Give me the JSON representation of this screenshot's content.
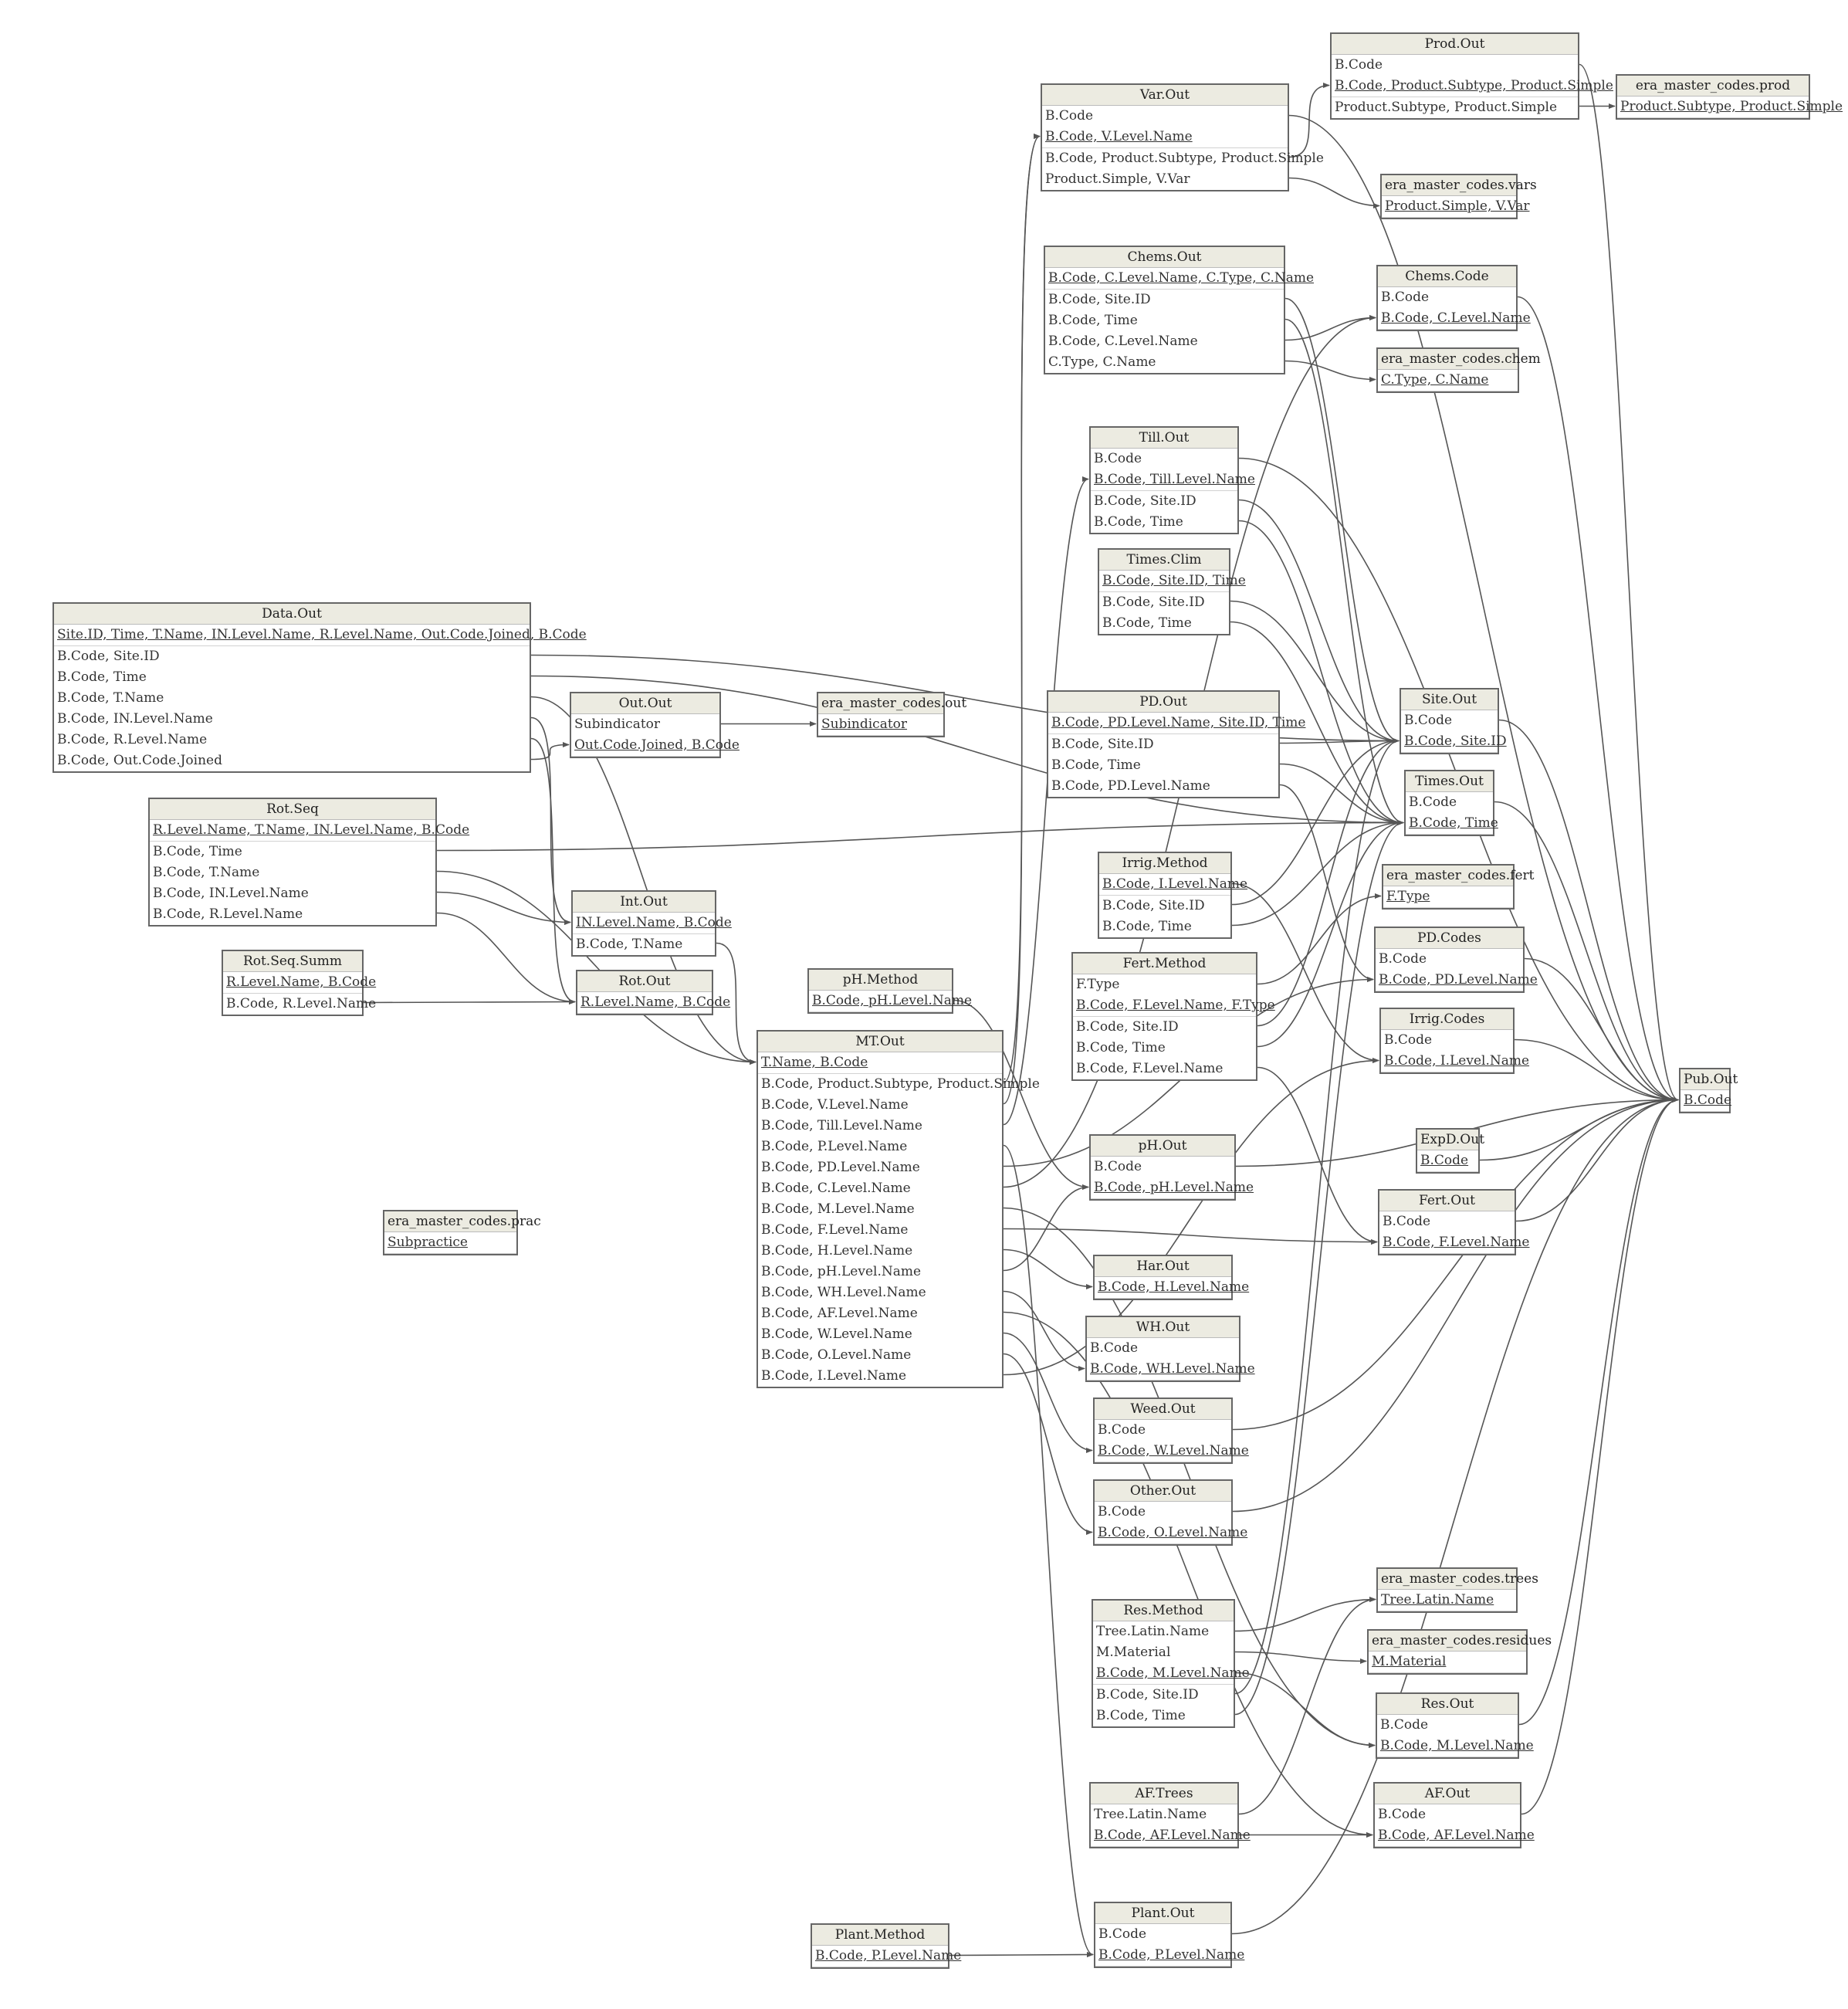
{
  "tables": [
    {
      "id": "prod_out",
      "title": "Prod.Out",
      "rows": [
        {
          "text": "B.Code"
        },
        {
          "text": "B.Code, Product.Subtype, Product.Simple",
          "key": true
        },
        {
          "text": "Product.Subtype, Product.Simple"
        }
      ]
    },
    {
      "id": "era_prod",
      "title": "era_master_codes.prod",
      "rows": [
        {
          "text": "Product.Subtype, Product.Simple",
          "key": true
        }
      ]
    },
    {
      "id": "var_out",
      "title": "Var.Out",
      "rows": [
        {
          "text": "B.Code"
        },
        {
          "text": "B.Code, V.Level.Name",
          "key": true
        },
        {
          "text": "B.Code, Product.Subtype, Product.Simple"
        },
        {
          "text": "Product.Simple, V.Var"
        }
      ]
    },
    {
      "id": "era_vars",
      "title": "era_master_codes.vars",
      "rows": [
        {
          "text": "Product.Simple, V.Var",
          "key": true
        }
      ]
    },
    {
      "id": "chems_out",
      "title": "Chems.Out",
      "rows": [
        {
          "text": "B.Code, C.Level.Name, C.Type, C.Name",
          "key": true
        },
        {
          "text": "B.Code, Site.ID"
        },
        {
          "text": "B.Code, Time"
        },
        {
          "text": "B.Code, C.Level.Name"
        },
        {
          "text": "C.Type, C.Name"
        }
      ]
    },
    {
      "id": "chems_code",
      "title": "Chems.Code",
      "rows": [
        {
          "text": "B.Code"
        },
        {
          "text": "B.Code, C.Level.Name",
          "key": true
        }
      ]
    },
    {
      "id": "era_chem",
      "title": "era_master_codes.chem",
      "rows": [
        {
          "text": "C.Type, C.Name",
          "key": true
        }
      ]
    },
    {
      "id": "till_out",
      "title": "Till.Out",
      "rows": [
        {
          "text": "B.Code"
        },
        {
          "text": "B.Code, Till.Level.Name",
          "key": true
        },
        {
          "text": "B.Code, Site.ID"
        },
        {
          "text": "B.Code, Time"
        }
      ]
    },
    {
      "id": "times_clim",
      "title": "Times.Clim",
      "rows": [
        {
          "text": "B.Code, Site.ID, Time",
          "key": true
        },
        {
          "text": "B.Code, Site.ID"
        },
        {
          "text": "B.Code, Time"
        }
      ]
    },
    {
      "id": "data_out",
      "title": "Data.Out",
      "rows": [
        {
          "text": "Site.ID, Time, T.Name, IN.Level.Name, R.Level.Name, Out.Code.Joined, B.Code",
          "key": true
        },
        {
          "text": "B.Code, Site.ID"
        },
        {
          "text": "B.Code, Time"
        },
        {
          "text": "B.Code, T.Name"
        },
        {
          "text": "B.Code, IN.Level.Name"
        },
        {
          "text": "B.Code, R.Level.Name"
        },
        {
          "text": "B.Code, Out.Code.Joined"
        }
      ]
    },
    {
      "id": "out_out",
      "title": "Out.Out",
      "rows": [
        {
          "text": "Subindicator"
        },
        {
          "text": "Out.Code.Joined, B.Code",
          "key": true
        }
      ]
    },
    {
      "id": "era_out",
      "title": "era_master_codes.out",
      "rows": [
        {
          "text": "Subindicator",
          "key": true
        }
      ]
    },
    {
      "id": "pd_out",
      "title": "PD.Out",
      "rows": [
        {
          "text": "B.Code, PD.Level.Name, Site.ID, Time",
          "key": true
        },
        {
          "text": "B.Code, Site.ID"
        },
        {
          "text": "B.Code, Time"
        },
        {
          "text": "B.Code, PD.Level.Name"
        }
      ]
    },
    {
      "id": "site_out",
      "title": "Site.Out",
      "rows": [
        {
          "text": "B.Code"
        },
        {
          "text": "B.Code, Site.ID",
          "key": true
        }
      ]
    },
    {
      "id": "times_out",
      "title": "Times.Out",
      "rows": [
        {
          "text": "B.Code"
        },
        {
          "text": "B.Code, Time",
          "key": true
        }
      ]
    },
    {
      "id": "rot_seq",
      "title": "Rot.Seq",
      "rows": [
        {
          "text": "R.Level.Name, T.Name, IN.Level.Name, B.Code",
          "key": true
        },
        {
          "text": "B.Code, Time"
        },
        {
          "text": "B.Code, T.Name"
        },
        {
          "text": "B.Code, IN.Level.Name"
        },
        {
          "text": "B.Code, R.Level.Name"
        }
      ]
    },
    {
      "id": "irrig_method",
      "title": "Irrig.Method",
      "rows": [
        {
          "text": "B.Code, I.Level.Name",
          "key": true
        },
        {
          "text": "B.Code, Site.ID"
        },
        {
          "text": "B.Code, Time"
        }
      ]
    },
    {
      "id": "era_fert",
      "title": "era_master_codes.fert",
      "rows": [
        {
          "text": "F.Type",
          "key": true
        }
      ]
    },
    {
      "id": "int_out",
      "title": "Int.Out",
      "rows": [
        {
          "text": "IN.Level.Name, B.Code",
          "key": true
        },
        {
          "text": "B.Code, T.Name"
        }
      ]
    },
    {
      "id": "pd_codes",
      "title": "PD.Codes",
      "rows": [
        {
          "text": "B.Code"
        },
        {
          "text": "B.Code, PD.Level.Name",
          "key": true
        }
      ]
    },
    {
      "id": "fert_method",
      "title": "Fert.Method",
      "rows": [
        {
          "text": "F.Type"
        },
        {
          "text": "B.Code, F.Level.Name, F.Type",
          "key": true
        },
        {
          "text": "B.Code, Site.ID"
        },
        {
          "text": "B.Code, Time"
        },
        {
          "text": "B.Code, F.Level.Name"
        }
      ]
    },
    {
      "id": "rot_seq_summ",
      "title": "Rot.Seq.Summ",
      "rows": [
        {
          "text": "R.Level.Name, B.Code",
          "key": true
        },
        {
          "text": "B.Code, R.Level.Name"
        }
      ]
    },
    {
      "id": "rot_out",
      "title": "Rot.Out",
      "rows": [
        {
          "text": "R.Level.Name, B.Code",
          "key": true
        }
      ]
    },
    {
      "id": "ph_method",
      "title": "pH.Method",
      "rows": [
        {
          "text": "B.Code, pH.Level.Name",
          "key": true
        }
      ]
    },
    {
      "id": "mt_out",
      "title": "MT.Out",
      "rows": [
        {
          "text": "T.Name, B.Code",
          "key": true
        },
        {
          "text": "B.Code, Product.Subtype, Product.Simple"
        },
        {
          "text": "B.Code, V.Level.Name"
        },
        {
          "text": "B.Code, Till.Level.Name"
        },
        {
          "text": "B.Code, P.Level.Name"
        },
        {
          "text": "B.Code, PD.Level.Name"
        },
        {
          "text": "B.Code, C.Level.Name"
        },
        {
          "text": "B.Code, M.Level.Name"
        },
        {
          "text": "B.Code, F.Level.Name"
        },
        {
          "text": "B.Code, H.Level.Name"
        },
        {
          "text": "B.Code, pH.Level.Name"
        },
        {
          "text": "B.Code, WH.Level.Name"
        },
        {
          "text": "B.Code, AF.Level.Name"
        },
        {
          "text": "B.Code, W.Level.Name"
        },
        {
          "text": "B.Code, O.Level.Name"
        },
        {
          "text": "B.Code, I.Level.Name"
        }
      ]
    },
    {
      "id": "irrig_codes",
      "title": "Irrig.Codes",
      "rows": [
        {
          "text": "B.Code"
        },
        {
          "text": "B.Code, I.Level.Name",
          "key": true
        }
      ]
    },
    {
      "id": "pub_out",
      "title": "Pub.Out",
      "rows": [
        {
          "text": "B.Code",
          "key": true
        }
      ]
    },
    {
      "id": "expd_out",
      "title": "ExpD.Out",
      "rows": [
        {
          "text": "B.Code",
          "key": true
        }
      ]
    },
    {
      "id": "ph_out",
      "title": "pH.Out",
      "rows": [
        {
          "text": "B.Code"
        },
        {
          "text": "B.Code, pH.Level.Name",
          "key": true
        }
      ]
    },
    {
      "id": "fert_out",
      "title": "Fert.Out",
      "rows": [
        {
          "text": "B.Code"
        },
        {
          "text": "B.Code, F.Level.Name",
          "key": true
        }
      ]
    },
    {
      "id": "era_prac",
      "title": "era_master_codes.prac",
      "rows": [
        {
          "text": "Subpractice",
          "key": true
        }
      ]
    },
    {
      "id": "har_out",
      "title": "Har.Out",
      "rows": [
        {
          "text": "B.Code, H.Level.Name",
          "key": true
        }
      ]
    },
    {
      "id": "wh_out",
      "title": "WH.Out",
      "rows": [
        {
          "text": "B.Code"
        },
        {
          "text": "B.Code, WH.Level.Name",
          "key": true
        }
      ]
    },
    {
      "id": "weed_out",
      "title": "Weed.Out",
      "rows": [
        {
          "text": "B.Code"
        },
        {
          "text": "B.Code, W.Level.Name",
          "key": true
        }
      ]
    },
    {
      "id": "other_out",
      "title": "Other.Out",
      "rows": [
        {
          "text": "B.Code"
        },
        {
          "text": "B.Code, O.Level.Name",
          "key": true
        }
      ]
    },
    {
      "id": "era_trees",
      "title": "era_master_codes.trees",
      "rows": [
        {
          "text": "Tree.Latin.Name",
          "key": true
        }
      ]
    },
    {
      "id": "res_method",
      "title": "Res.Method",
      "rows": [
        {
          "text": "Tree.Latin.Name"
        },
        {
          "text": "M.Material"
        },
        {
          "text": "B.Code, M.Level.Name",
          "key": true
        },
        {
          "text": "B.Code, Site.ID"
        },
        {
          "text": "B.Code, Time"
        }
      ]
    },
    {
      "id": "era_residues",
      "title": "era_master_codes.residues",
      "rows": [
        {
          "text": "M.Material",
          "key": true
        }
      ]
    },
    {
      "id": "res_out",
      "title": "Res.Out",
      "rows": [
        {
          "text": "B.Code"
        },
        {
          "text": "B.Code, M.Level.Name",
          "key": true
        }
      ]
    },
    {
      "id": "af_trees",
      "title": "AF.Trees",
      "rows": [
        {
          "text": "Tree.Latin.Name"
        },
        {
          "text": "B.Code, AF.Level.Name",
          "key": true
        }
      ]
    },
    {
      "id": "af_out",
      "title": "AF.Out",
      "rows": [
        {
          "text": "B.Code"
        },
        {
          "text": "B.Code, AF.Level.Name",
          "key": true
        }
      ]
    },
    {
      "id": "plant_method",
      "title": "Plant.Method",
      "rows": [
        {
          "text": "B.Code, P.Level.Name",
          "key": true
        }
      ]
    },
    {
      "id": "plant_out",
      "title": "Plant.Out",
      "rows": [
        {
          "text": "B.Code"
        },
        {
          "text": "B.Code, P.Level.Name",
          "key": true
        }
      ]
    }
  ],
  "relations": [
    [
      "prod_out",
      2,
      "era_prod",
      0
    ],
    [
      "prod_out",
      0,
      "pub_out",
      0
    ],
    [
      "var_out",
      0,
      "pub_out",
      0
    ],
    [
      "var_out",
      2,
      "prod_out",
      1
    ],
    [
      "var_out",
      3,
      "era_vars",
      0
    ],
    [
      "chems_out",
      1,
      "site_out",
      1
    ],
    [
      "chems_out",
      2,
      "times_out",
      1
    ],
    [
      "chems_out",
      3,
      "chems_code",
      1
    ],
    [
      "chems_out",
      4,
      "era_chem",
      0
    ],
    [
      "chems_code",
      0,
      "pub_out",
      0
    ],
    [
      "till_out",
      0,
      "pub_out",
      0
    ],
    [
      "till_out",
      2,
      "site_out",
      1
    ],
    [
      "till_out",
      3,
      "times_out",
      1
    ],
    [
      "times_clim",
      1,
      "site_out",
      1
    ],
    [
      "times_clim",
      2,
      "times_out",
      1
    ],
    [
      "data_out",
      1,
      "site_out",
      1
    ],
    [
      "data_out",
      2,
      "times_out",
      1
    ],
    [
      "data_out",
      3,
      "mt_out",
      0
    ],
    [
      "data_out",
      4,
      "int_out",
      0
    ],
    [
      "data_out",
      5,
      "rot_out",
      0
    ],
    [
      "data_out",
      6,
      "out_out",
      1
    ],
    [
      "out_out",
      0,
      "era_out",
      0
    ],
    [
      "pd_out",
      1,
      "site_out",
      1
    ],
    [
      "pd_out",
      2,
      "times_out",
      1
    ],
    [
      "pd_out",
      3,
      "pd_codes",
      1
    ],
    [
      "site_out",
      0,
      "pub_out",
      0
    ],
    [
      "times_out",
      0,
      "pub_out",
      0
    ],
    [
      "rot_seq",
      1,
      "times_out",
      1
    ],
    [
      "rot_seq",
      2,
      "mt_out",
      0
    ],
    [
      "rot_seq",
      3,
      "int_out",
      0
    ],
    [
      "rot_seq",
      4,
      "rot_out",
      0
    ],
    [
      "irrig_method",
      0,
      "irrig_codes",
      1
    ],
    [
      "irrig_method",
      1,
      "site_out",
      1
    ],
    [
      "irrig_method",
      2,
      "times_out",
      1
    ],
    [
      "int_out",
      1,
      "mt_out",
      0
    ],
    [
      "pd_codes",
      0,
      "pub_out",
      0
    ],
    [
      "fert_method",
      0,
      "era_fert",
      0
    ],
    [
      "fert_method",
      2,
      "site_out",
      1
    ],
    [
      "fert_method",
      3,
      "times_out",
      1
    ],
    [
      "fert_method",
      4,
      "fert_out",
      1
    ],
    [
      "rot_seq_summ",
      1,
      "rot_out",
      0
    ],
    [
      "ph_method",
      0,
      "ph_out",
      1
    ],
    [
      "mt_out",
      1,
      "var_out",
      1
    ],
    [
      "mt_out",
      2,
      "var_out",
      1
    ],
    [
      "mt_out",
      3,
      "till_out",
      1
    ],
    [
      "mt_out",
      4,
      "plant_out",
      1
    ],
    [
      "mt_out",
      5,
      "pd_codes",
      1
    ],
    [
      "mt_out",
      6,
      "chems_code",
      1
    ],
    [
      "mt_out",
      7,
      "res_out",
      1
    ],
    [
      "mt_out",
      8,
      "fert_out",
      1
    ],
    [
      "mt_out",
      9,
      "har_out",
      0
    ],
    [
      "mt_out",
      10,
      "ph_out",
      1
    ],
    [
      "mt_out",
      11,
      "wh_out",
      1
    ],
    [
      "mt_out",
      12,
      "af_out",
      1
    ],
    [
      "mt_out",
      13,
      "weed_out",
      1
    ],
    [
      "mt_out",
      14,
      "other_out",
      1
    ],
    [
      "mt_out",
      15,
      "irrig_codes",
      1
    ],
    [
      "irrig_codes",
      0,
      "pub_out",
      0
    ],
    [
      "expd_out",
      0,
      "pub_out",
      0
    ],
    [
      "ph_out",
      0,
      "pub_out",
      0
    ],
    [
      "fert_out",
      0,
      "pub_out",
      0
    ],
    [
      "weed_out",
      0,
      "pub_out",
      0
    ],
    [
      "other_out",
      0,
      "pub_out",
      0
    ],
    [
      "res_method",
      0,
      "era_trees",
      0
    ],
    [
      "res_method",
      1,
      "era_residues",
      0
    ],
    [
      "res_method",
      2,
      "res_out",
      1
    ],
    [
      "res_method",
      3,
      "site_out",
      1
    ],
    [
      "res_method",
      4,
      "times_out",
      1
    ],
    [
      "res_out",
      0,
      "pub_out",
      0
    ],
    [
      "af_trees",
      0,
      "era_trees",
      0
    ],
    [
      "af_trees",
      1,
      "af_out",
      1
    ],
    [
      "af_out",
      0,
      "pub_out",
      0
    ],
    [
      "plant_method",
      0,
      "plant_out",
      1
    ],
    [
      "plant_out",
      0,
      "pub_out",
      0
    ]
  ]
}
